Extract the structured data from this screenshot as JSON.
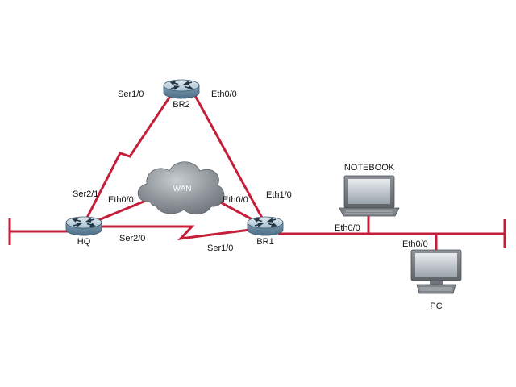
{
  "colors": {
    "link": "#c41e3a",
    "router_body": "#5d7f97",
    "router_top": "#b7cbd8",
    "cloud": "#8a8f94"
  },
  "devices": {
    "br2": {
      "name": "BR2",
      "icon": "router-icon"
    },
    "hq": {
      "name": "HQ",
      "icon": "router-icon"
    },
    "br1": {
      "name": "BR1",
      "icon": "router-icon"
    },
    "wan": {
      "name": "WAN",
      "icon": "cloud-icon"
    },
    "notebook": {
      "name": "NOTEBOOK",
      "icon": "laptop-icon"
    },
    "pc": {
      "name": "PC",
      "icon": "desktop-pc-icon"
    }
  },
  "interfaces": {
    "br2_left": "Ser1/0",
    "br2_right": "Eth0/0",
    "hq_top": "Ser2/1",
    "hq_wan": "Eth0/0",
    "hq_bottom": "Ser2/0",
    "br1_wan": "Eth0/0",
    "br1_top": "Eth1/0",
    "br1_bottom": "Ser1/0",
    "notebook_port": "Eth0/0",
    "pc_port": "Eth0/0"
  }
}
